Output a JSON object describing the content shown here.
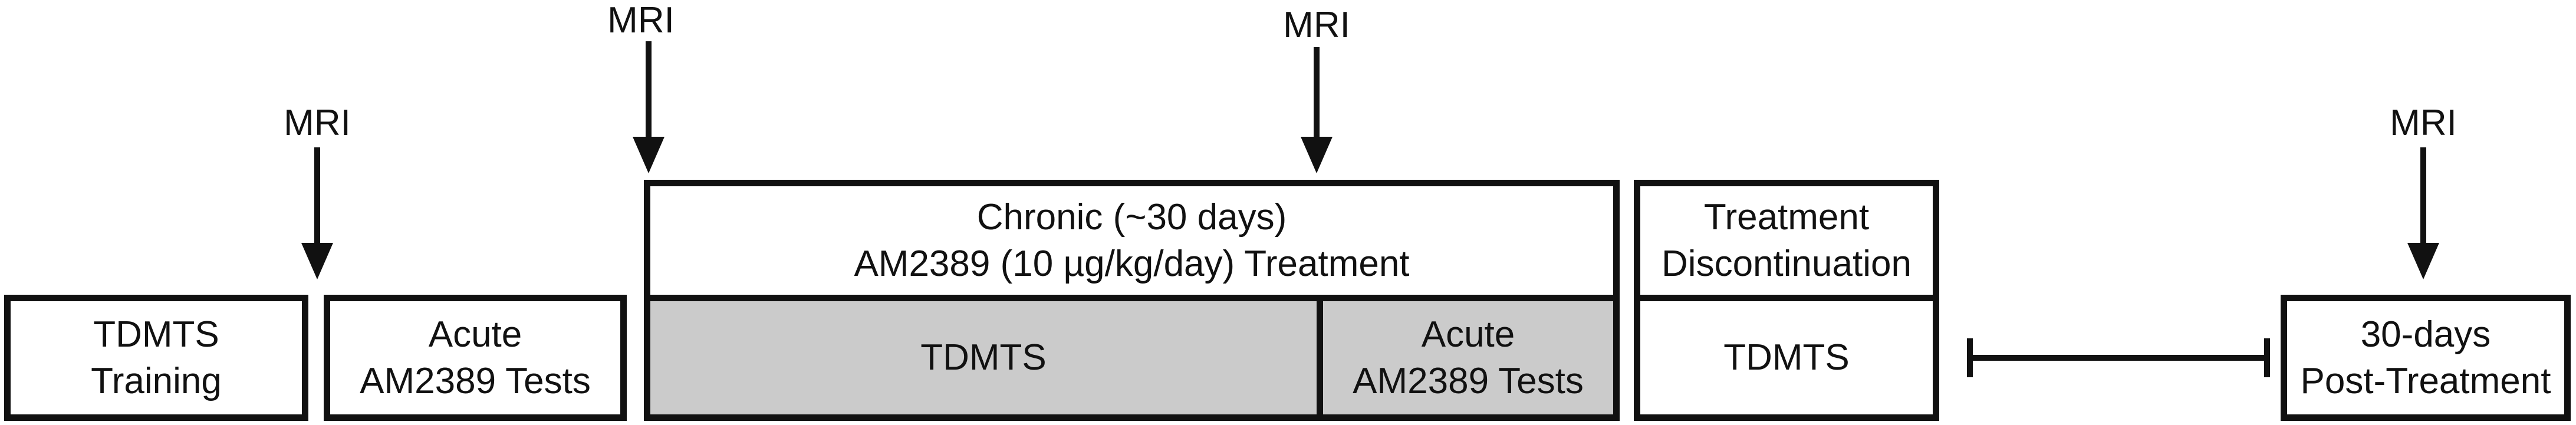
{
  "boxes": {
    "tdmts_training": [
      "TDMTS",
      "Training"
    ],
    "acute_tests_1": [
      "Acute",
      "AM2389 Tests"
    ],
    "chronic_header": [
      "Chronic (~30 days)",
      "AM2389 (10 µg/kg/day) Treatment"
    ],
    "chronic_tdmts": [
      "TDMTS"
    ],
    "acute_tests_2": [
      "Acute",
      "AM2389 Tests"
    ],
    "discontinuation_header": [
      "Treatment",
      "Discontinuation"
    ],
    "discontinuation_tdmts": [
      "TDMTS"
    ],
    "post_treatment": [
      "30-days",
      "Post-Treatment"
    ]
  },
  "mri": {
    "label": "MRI"
  },
  "colors": {
    "stroke": "#111111",
    "shaded_fill": "#cbcbcb",
    "background": "#ffffff"
  }
}
